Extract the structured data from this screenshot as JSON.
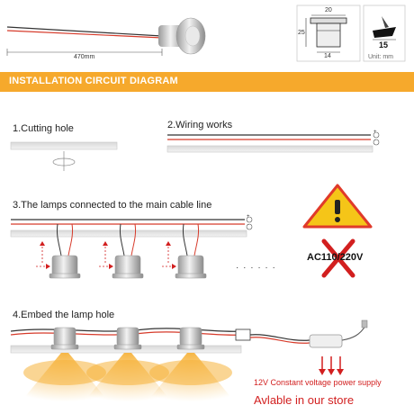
{
  "product": {
    "cable_length": "470mm",
    "dim_top": "20",
    "dim_height": "25",
    "dim_bottom": "14",
    "hole_size": "15",
    "unit": "Unit: mm"
  },
  "banner": {
    "title": "INSTALLATION CIRCUIT DIAGRAM"
  },
  "steps": {
    "step1": "1.Cutting hole",
    "step2": "2.Wiring works",
    "step3": "3.The lamps connected to the main cable line",
    "step4": "4.Embed the lamp hole"
  },
  "terminals": {
    "plus": "+",
    "minus": "-"
  },
  "warning": {
    "voltage": "AC110/220V"
  },
  "ellipsis": "· · · · · ·",
  "power_supply": {
    "note": "12V Constant voltage power supply",
    "availability": "Avlable in our store"
  },
  "colors": {
    "banner": "#f6a92c",
    "warning_yellow": "#f5c518",
    "red_text": "#d21f1f",
    "wire_red": "#d63a2a"
  }
}
